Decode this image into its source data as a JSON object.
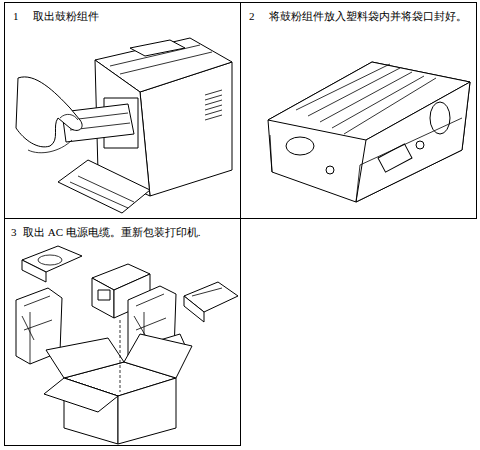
{
  "diagram": {
    "nodes": [
      {
        "text": [
          "1",
          "取出鼓粉组件"
        ]
      },
      {
        "text": [
          "2",
          "将鼓粉组件放入塑料袋内并将袋口封好。"
        ]
      },
      {
        "text": [
          "3",
          "取出 AC 电源电缆。重新包装打印机."
        ]
      }
    ]
  }
}
